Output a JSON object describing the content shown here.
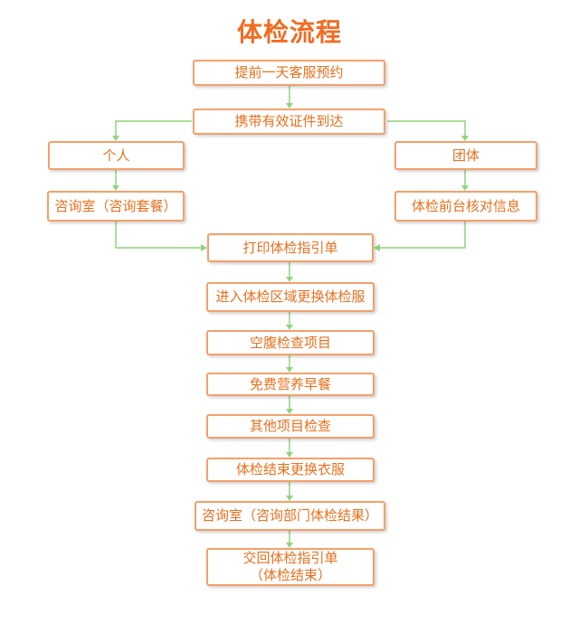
{
  "title": "体检流程",
  "steps": {
    "appointment": "提前一天客服预约",
    "arrive": "携带有效证件到达",
    "individual": "个人",
    "group": "团体",
    "consult": "咨询室（咨询套餐）",
    "front_desk": "体检前台核对信息",
    "print_guide": "打印体检指引单",
    "change_clothes": "进入体检区域更换体检服",
    "fasting": "空腹检查项目",
    "breakfast": "免费营养早餐",
    "other_items": "其他项目检查",
    "finish_change": "体检结束更换衣服",
    "consult_results": "咨询室（咨询部门体检结果）",
    "return_line1": "交回体检指引单",
    "return_line2": "（体检结束）"
  },
  "colors": {
    "title": "#f26b21",
    "box_border": "#f5a06a",
    "box_text": "#e8701d",
    "connector": "#8fd47c"
  }
}
